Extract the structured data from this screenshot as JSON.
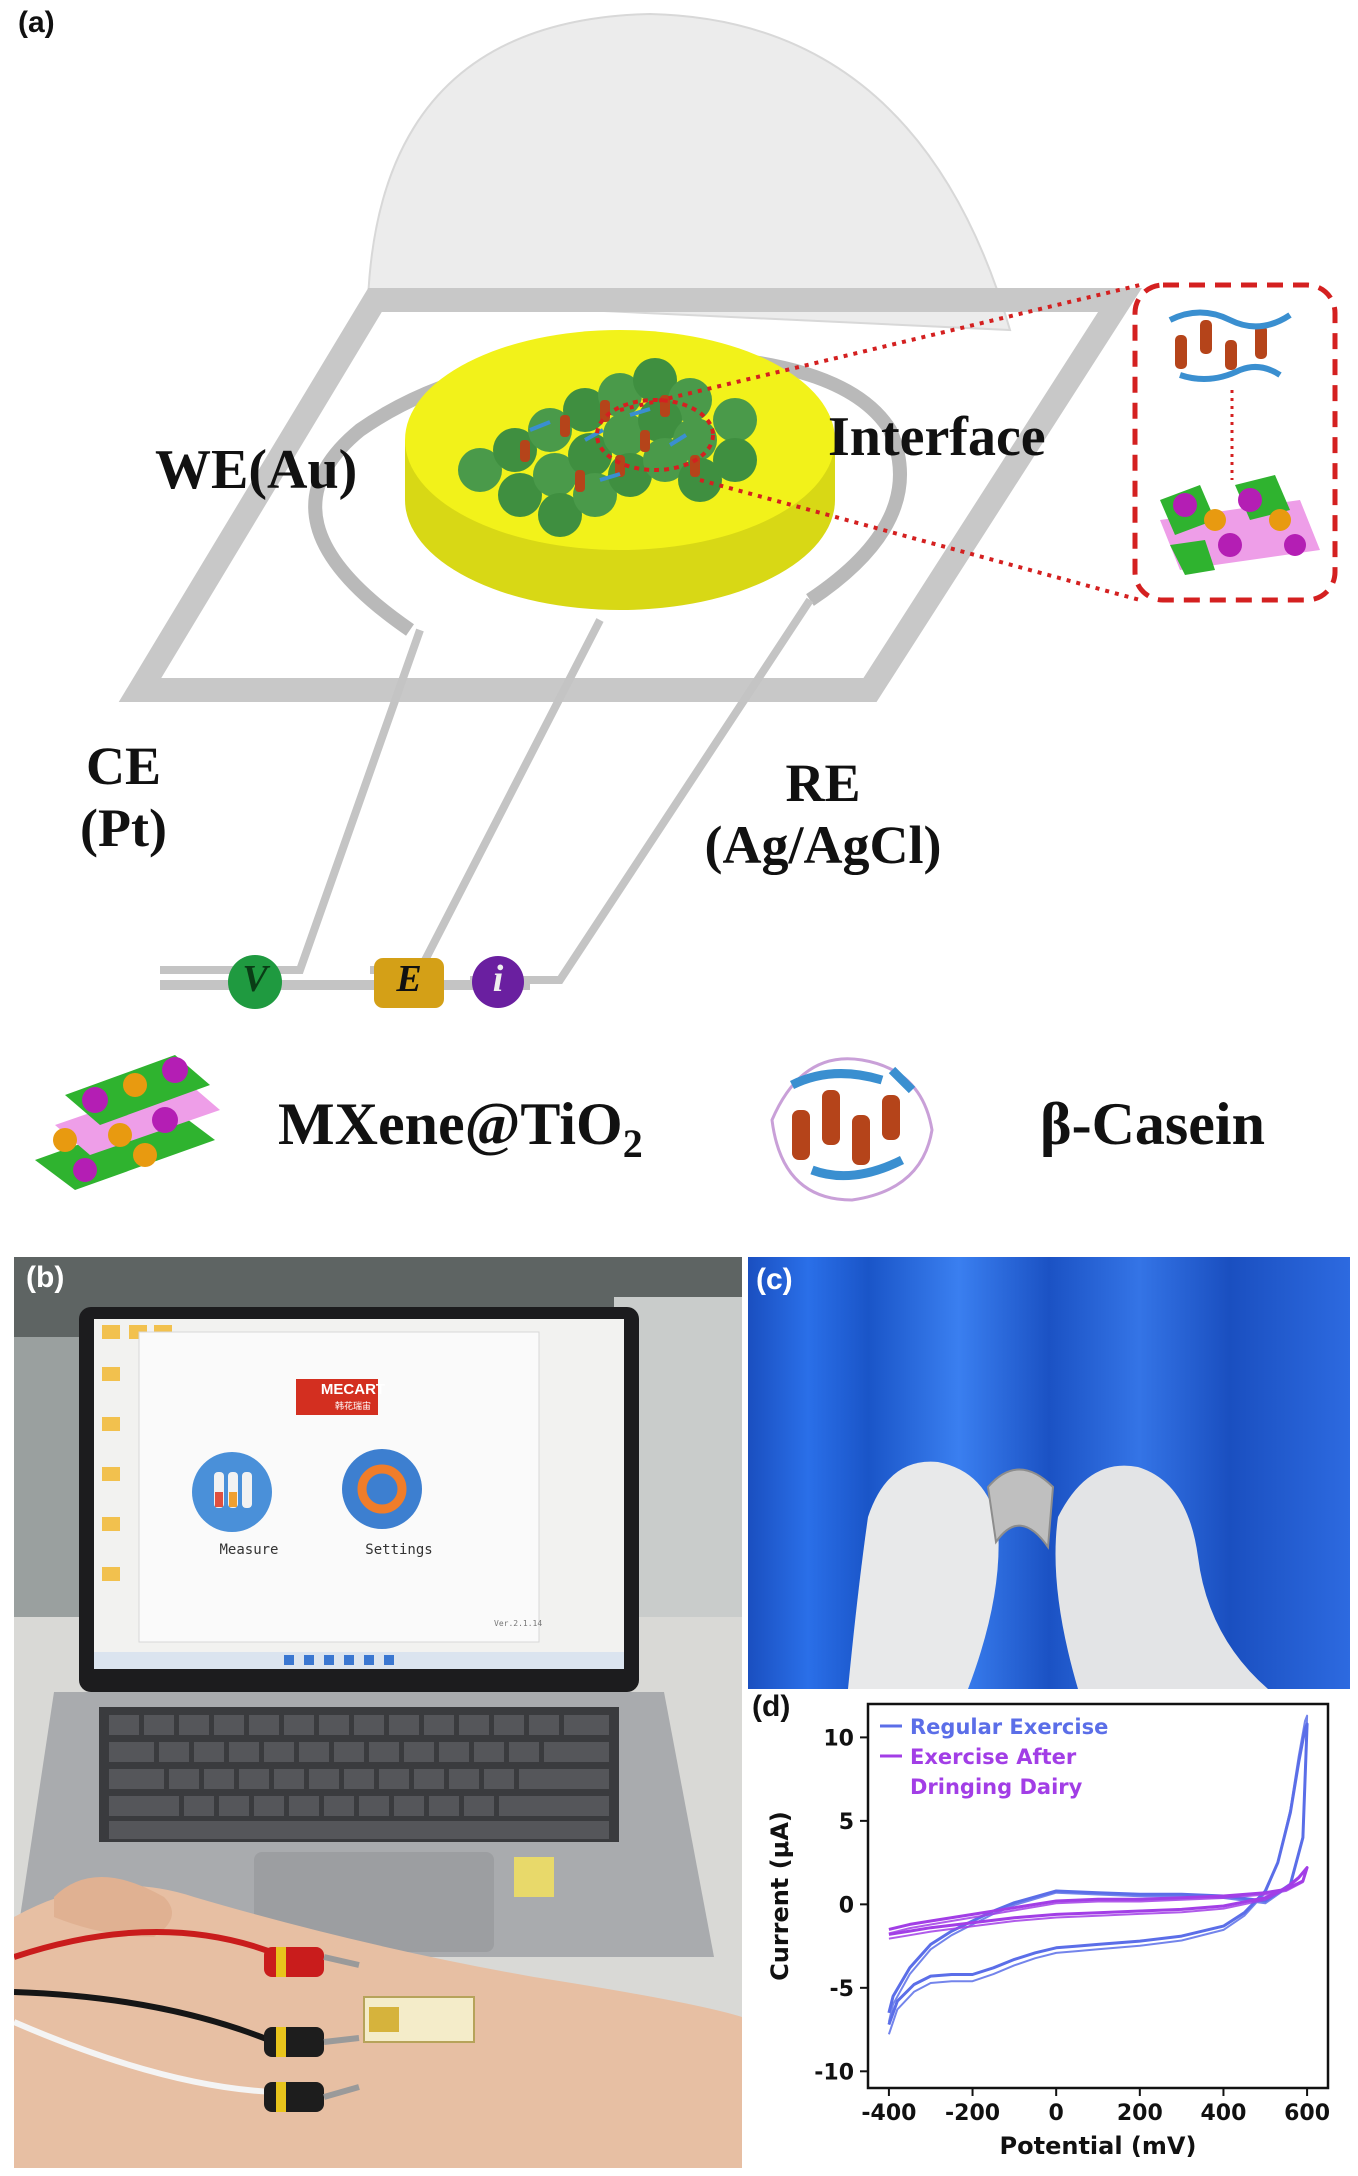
{
  "panels": {
    "a": {
      "label": "(a)",
      "we_label": "WE(Au)",
      "interface_label": "Interface",
      "ce_label_line1": "CE",
      "ce_label_line2": "(Pt)",
      "re_label_line1": "RE",
      "re_label_line2": "(Ag/AgCl)",
      "circuit_v": "V",
      "circuit_e": "E",
      "circuit_i": "i",
      "legend_mxene": "MXene@TiO",
      "legend_mxene_sub": "2",
      "legend_casein": "β-Casein"
    },
    "b": {
      "label": "(b)",
      "app_logo": "MECART",
      "app_logo_sub": "韩花瑞宙",
      "app_measure": "Measure",
      "app_settings": "Settings",
      "app_version": "Ver.2.1.14"
    },
    "c": {
      "label": "(c)"
    },
    "d": {
      "label": "(d)"
    }
  },
  "colors": {
    "blue_series": "#5b6ee8",
    "purple_series": "#a23ee6",
    "gold_electrode": "#f2f21a",
    "connector_red": "#d42020",
    "circuit_green": "#1f9a40",
    "circuit_gold": "#d4a017",
    "circuit_purple": "#6a1fa0"
  },
  "chart_data": {
    "type": "line",
    "title": "",
    "xlabel": "Potential (mV)",
    "ylabel": "Current (μA)",
    "xlim": [
      -450,
      650
    ],
    "ylim": [
      -11,
      12
    ],
    "xticks": [
      -400,
      -200,
      0,
      200,
      400,
      600
    ],
    "xtick_labels": [
      "-400",
      "-200",
      "0",
      "200",
      "400",
      "600"
    ],
    "yticks": [
      -10,
      -5,
      0,
      5,
      10
    ],
    "ytick_labels": [
      "-10",
      "-5",
      "0",
      "5",
      "10"
    ],
    "legend_position": "top-left",
    "series": [
      {
        "name": "Regular Exercise",
        "color": "#5b6ee8",
        "x": [
          -400,
          -380,
          -340,
          -300,
          -250,
          -200,
          -150,
          -100,
          -50,
          0,
          50,
          100,
          200,
          300,
          400,
          450,
          500,
          530,
          560,
          580,
          595,
          600,
          590,
          560,
          500,
          400,
          300,
          200,
          100,
          0,
          -100,
          -150,
          -200,
          -250,
          -300,
          -350,
          -390,
          -400
        ],
        "y": [
          -7.2,
          -5.8,
          -4.8,
          -4.3,
          -4.2,
          -4.2,
          -3.8,
          -3.3,
          -2.9,
          -2.6,
          -2.5,
          -2.4,
          -2.2,
          -1.9,
          -1.3,
          -0.5,
          0.8,
          2.5,
          5.5,
          8.5,
          10.5,
          10.8,
          4.0,
          1.2,
          0.2,
          0.5,
          0.6,
          0.6,
          0.7,
          0.8,
          0.1,
          -0.4,
          -1.0,
          -1.6,
          -2.4,
          -3.8,
          -5.5,
          -6.5
        ]
      },
      {
        "name": "Exercise After Dringing Dairy",
        "color": "#a23ee6",
        "x": [
          -400,
          -350,
          -300,
          -200,
          -100,
          0,
          100,
          200,
          300,
          400,
          500,
          550,
          580,
          600,
          590,
          550,
          500,
          400,
          300,
          200,
          100,
          0,
          -100,
          -200,
          -300,
          -350,
          -400
        ],
        "y": [
          -1.8,
          -1.6,
          -1.4,
          -1.1,
          -0.8,
          -0.6,
          -0.5,
          -0.4,
          -0.3,
          -0.1,
          0.4,
          1.0,
          1.6,
          2.2,
          1.4,
          0.9,
          0.7,
          0.5,
          0.4,
          0.3,
          0.3,
          0.2,
          -0.2,
          -0.6,
          -1.0,
          -1.2,
          -1.5
        ]
      }
    ]
  }
}
